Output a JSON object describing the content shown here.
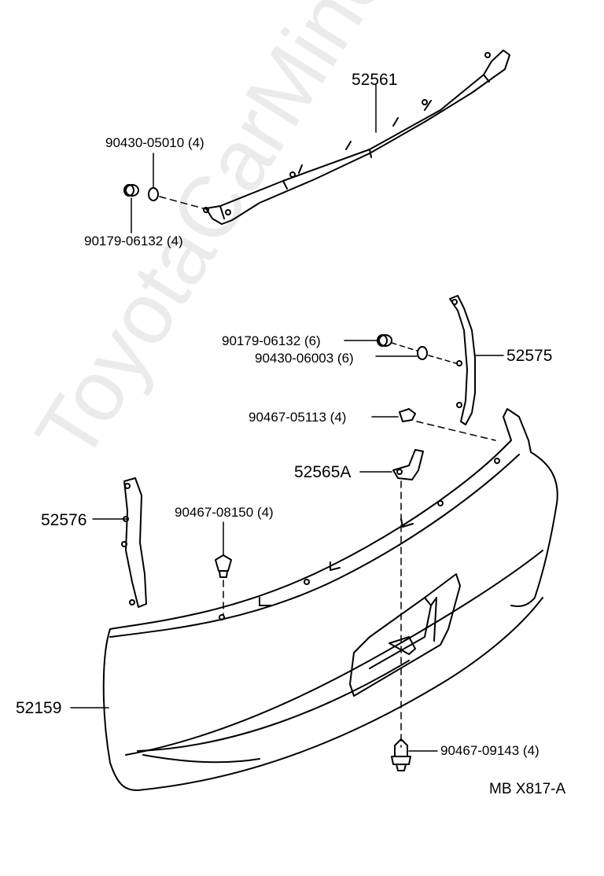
{
  "watermark": "ToyotaCarMine.ru",
  "diagram_code": "MB X817-A",
  "parts": {
    "p52561": "52561",
    "p90430_05010": "90430-05010 (4)",
    "p90179_06132_a": "90179-06132 (4)",
    "p90179_06132_b": "90179-06132 (6)",
    "p90430_06003": "90430-06003 (6)",
    "p52575": "52575",
    "p90467_05113": "90467-05113 (4)",
    "p52565A": "52565A",
    "p52576": "52576",
    "p90467_08150": "90467-08150 (4)",
    "p52159": "52159",
    "p90467_09143": "90467-09143 (4)"
  }
}
